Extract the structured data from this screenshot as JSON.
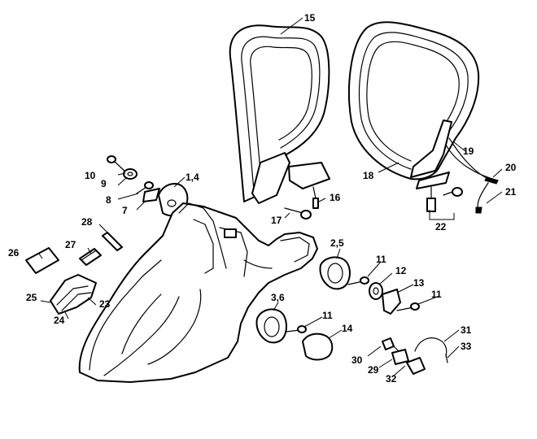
{
  "callouts": [
    {
      "id": "c15",
      "label": "15"
    },
    {
      "id": "c10",
      "label": "10"
    },
    {
      "id": "c9",
      "label": "9"
    },
    {
      "id": "c8",
      "label": "8"
    },
    {
      "id": "c7",
      "label": "7"
    },
    {
      "id": "c14a",
      "label": "1,4"
    },
    {
      "id": "c16",
      "label": "16"
    },
    {
      "id": "c17",
      "label": "17"
    },
    {
      "id": "c18",
      "label": "18"
    },
    {
      "id": "c19",
      "label": "19"
    },
    {
      "id": "c20",
      "label": "20"
    },
    {
      "id": "c21",
      "label": "21"
    },
    {
      "id": "c22",
      "label": "22"
    },
    {
      "id": "c28",
      "label": "28"
    },
    {
      "id": "c27",
      "label": "27"
    },
    {
      "id": "c26",
      "label": "26"
    },
    {
      "id": "c25",
      "label": "25"
    },
    {
      "id": "c23",
      "label": "23"
    },
    {
      "id": "c24",
      "label": "24"
    },
    {
      "id": "c25b",
      "label": "2,5"
    },
    {
      "id": "c11a",
      "label": "11"
    },
    {
      "id": "c12",
      "label": "12"
    },
    {
      "id": "c13",
      "label": "13"
    },
    {
      "id": "c11b",
      "label": "11"
    },
    {
      "id": "c36",
      "label": "3,6"
    },
    {
      "id": "c11c",
      "label": "11"
    },
    {
      "id": "c14",
      "label": "14"
    },
    {
      "id": "c31",
      "label": "31"
    },
    {
      "id": "c33",
      "label": "33"
    },
    {
      "id": "c30",
      "label": "30"
    },
    {
      "id": "c29",
      "label": "29"
    },
    {
      "id": "c32",
      "label": "32"
    }
  ]
}
